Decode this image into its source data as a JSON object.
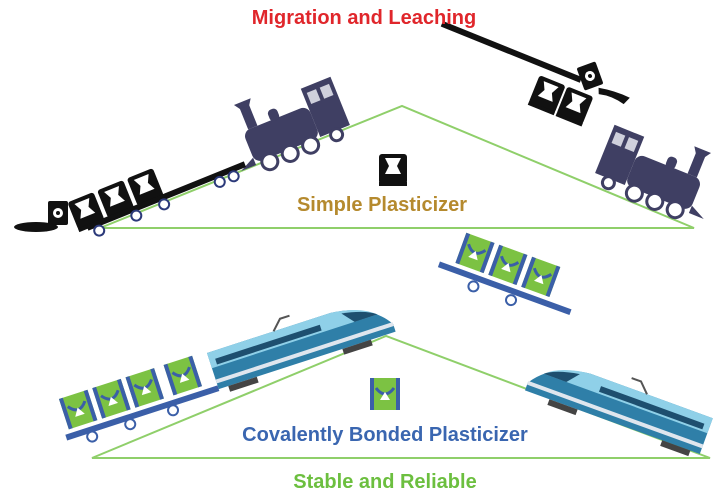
{
  "texts": {
    "top_title": "Migration and Leaching",
    "simple_label": "Simple Plasticizer",
    "covalent_label": "Covalently Bonded Plasticizer",
    "bottom_caption": "Stable and Reliable"
  },
  "colors": {
    "title_red": "#e0262b",
    "simple_gold": "#b58a2e",
    "covalent_blue": "#3a66b0",
    "stable_green": "#6cbf3f",
    "ramp_green": "#8fcf6a",
    "steam_train": "#3f3f63",
    "bullet_train_blue": "#2f7fa8",
    "car_green": "#7cc243",
    "car_frame_blue": "#3b5fa8"
  },
  "icons": {
    "steam_locomotive": "steam-locomotive-icon",
    "bullet_train": "bullet-train-icon",
    "black_cargo_car": "plasticizer-car-black-icon",
    "green_cargo_car": "plasticizer-car-green-icon",
    "toxic_barrel": "toxic-barrel-icon",
    "plasticizer_molecule": "plasticizer-molecule-icon"
  }
}
